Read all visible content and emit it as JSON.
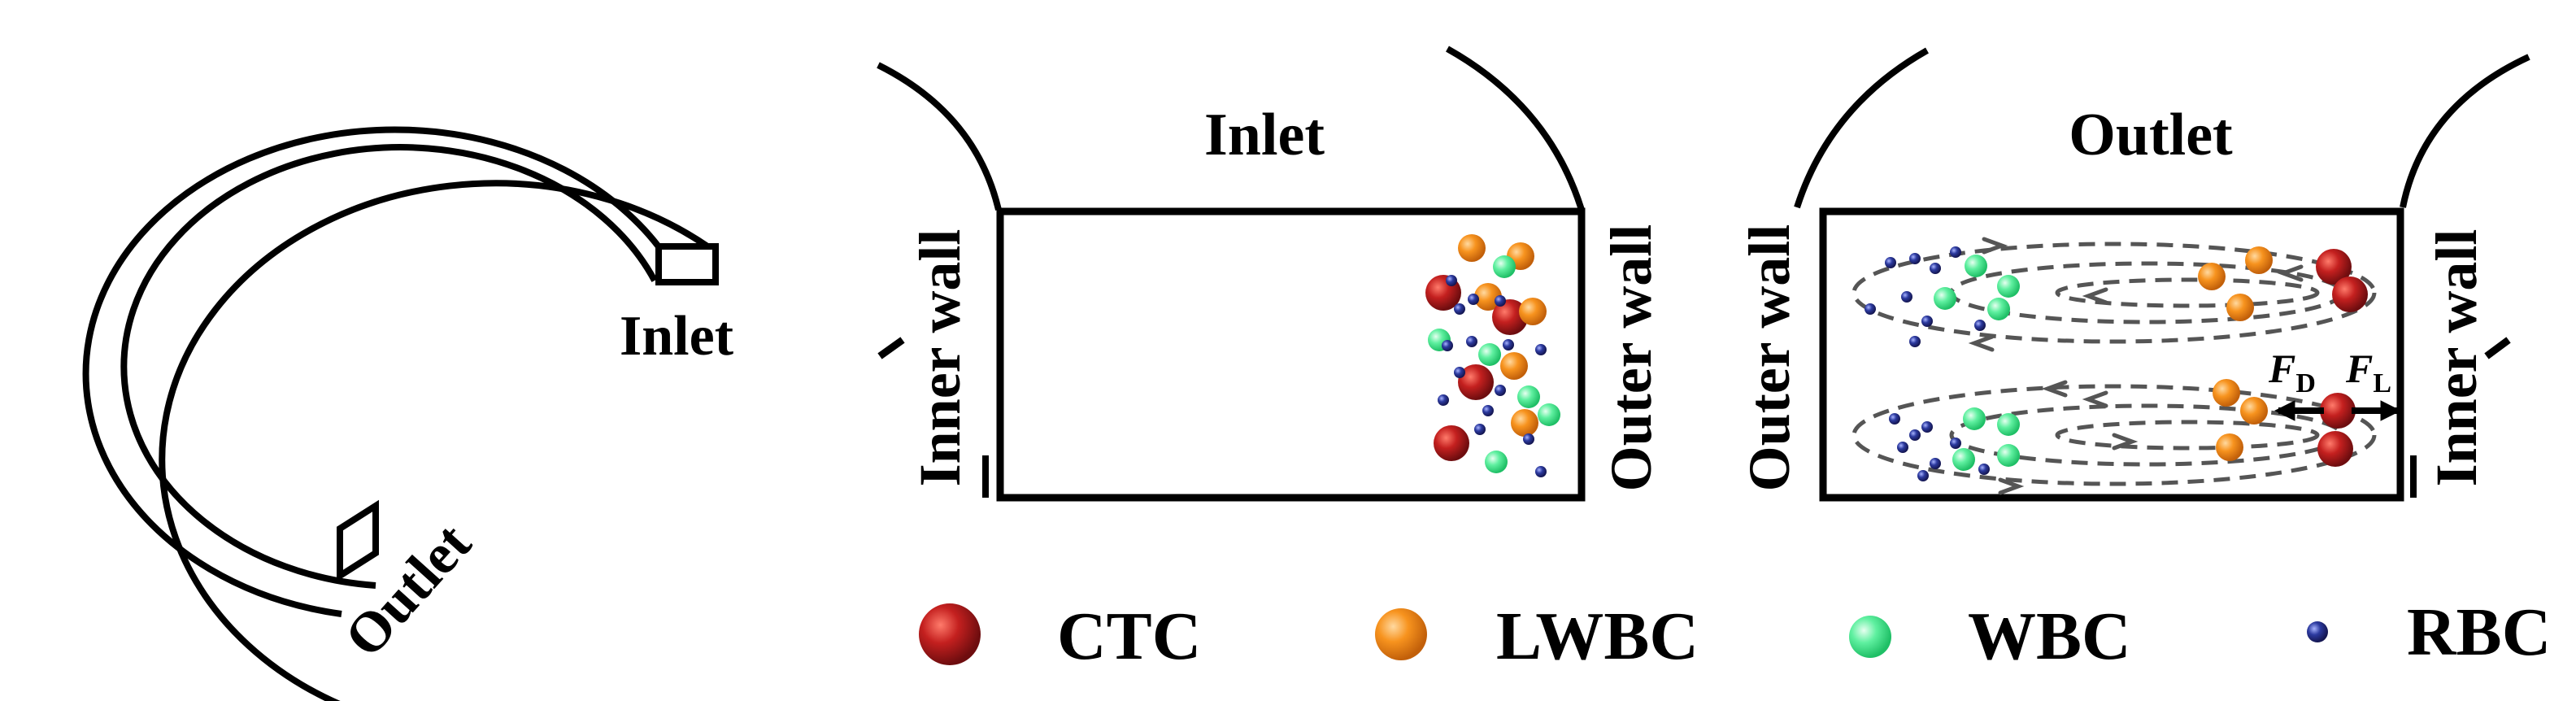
{
  "panels": {
    "channel": {
      "inlet_label": "Inlet",
      "outlet_label": "Outlet"
    },
    "inlet": {
      "title": "Inlet",
      "left_wall": "Inner wall",
      "right_wall": "Outer wall"
    },
    "outlet": {
      "title": "Outlet",
      "left_wall": "Outer wall",
      "right_wall": "Inner wall",
      "force_drag": "F",
      "force_drag_sub": "D",
      "force_lift": "F",
      "force_lift_sub": "L"
    }
  },
  "legend": [
    {
      "key": "ctc",
      "label": "CTC",
      "color": "#b3191c"
    },
    {
      "key": "lwbc",
      "label": "LWBC",
      "color": "#f7931e"
    },
    {
      "key": "wbc",
      "label": "WBC",
      "color": "#3ee88a"
    },
    {
      "key": "rbc",
      "label": "RBC",
      "color": "#2c2f8f"
    }
  ],
  "icons": [
    "spiral-channel-icon",
    "cross-section-icon",
    "vortex-icon"
  ]
}
